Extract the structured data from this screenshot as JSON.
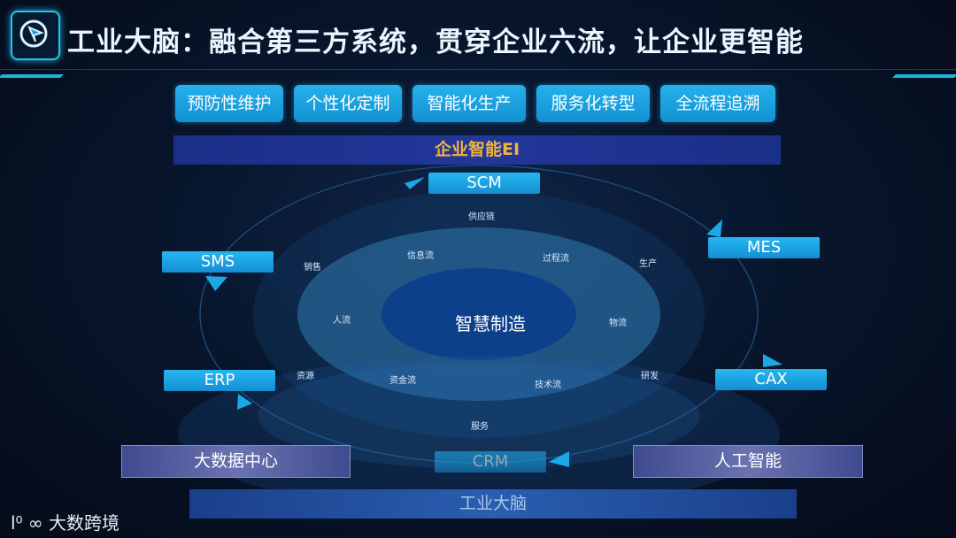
{
  "header": {
    "title": "工业大脑：融合第三方系统，贯穿企业六流，让企业更智能"
  },
  "features": [
    "预防性维护",
    "个性化定制",
    "智能化生产",
    "服务化转型",
    "全流程追溯"
  ],
  "ei_bar": "企业智能EI",
  "systems": {
    "scm": "SCM",
    "mes": "MES",
    "cax": "CAX",
    "crm": "CRM",
    "erp": "ERP",
    "sms": "SMS"
  },
  "flow_labels": {
    "supply_chain": "供应链",
    "production": "生产",
    "rd": "研发",
    "service": "服务",
    "resources": "资源",
    "sales": "销售"
  },
  "inner_labels": {
    "info_flow": "信息流",
    "process_flow": "过程流",
    "logistics": "物流",
    "tech_flow": "技术流",
    "capital_flow": "资金流",
    "people_flow": "人流"
  },
  "center": "智慧制造",
  "bottom": {
    "big_data": "大数据中心",
    "ai": "人工智能",
    "industrial_brain": "工业大脑"
  },
  "watermark": "大数跨境",
  "colors": {
    "accent_blue": "#1b9ee4",
    "title_blue": "#e9f6ff",
    "ei_text": "#f2b43a"
  }
}
